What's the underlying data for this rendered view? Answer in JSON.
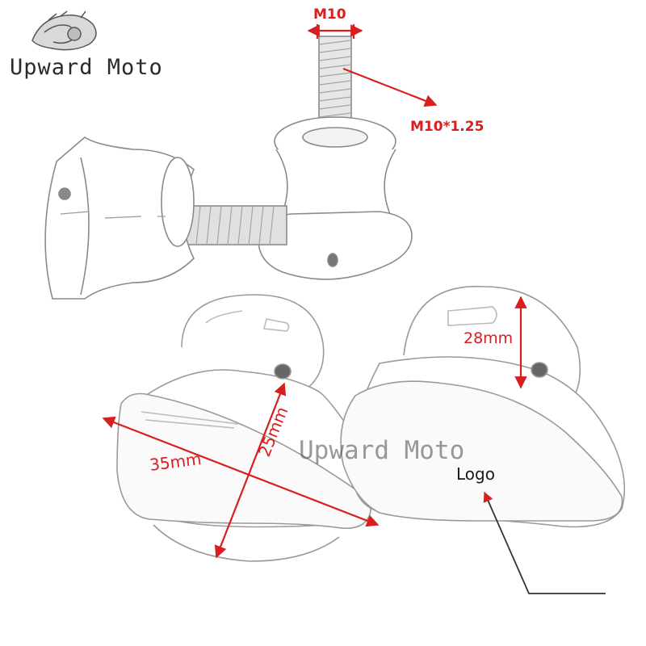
{
  "brand": {
    "name": "Upward Moto"
  },
  "watermark": {
    "text": "Upward Moto"
  },
  "labels": {
    "thread_size": "M10",
    "thread_pitch": "M10*1.25",
    "height": "28mm",
    "width": "25mm",
    "diameter": "35mm",
    "logo": "Logo"
  },
  "colors": {
    "annotation": "#d81e1e",
    "outline": "#8a8a8a",
    "background": "#ffffff"
  }
}
